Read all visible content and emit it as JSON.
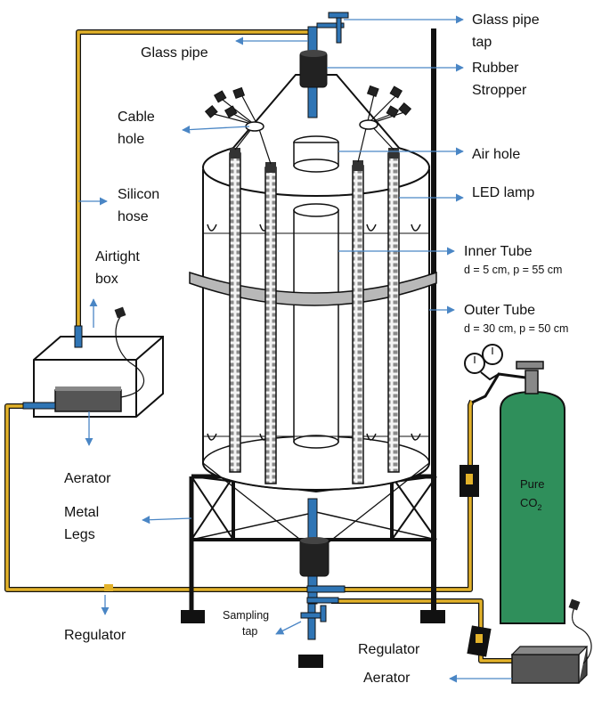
{
  "labels": {
    "glass_pipe_tap": [
      "Glass pipe",
      "tap"
    ],
    "glass_pipe": "Glass pipe",
    "rubber_stopper": [
      "Rubber",
      "Stropper"
    ],
    "cable_hole": [
      "Cable",
      "hole"
    ],
    "air_hole": "Air hole",
    "silicon_hose": [
      "Silicon",
      "hose"
    ],
    "led_lamp": "LED lamp",
    "airtight_box": [
      "Airtight",
      "box"
    ],
    "inner_tube": "Inner Tube",
    "inner_tube_dims": "d = 5 cm, p = 55 cm",
    "outer_tube": "Outer Tube",
    "outer_tube_dims": "d = 30 cm, p = 50 cm",
    "aerator_left": "Aerator",
    "metal_legs": [
      "Metal",
      "Legs"
    ],
    "regulator_left": "Regulator",
    "sampling_tap": [
      "Sampling",
      "tap"
    ],
    "regulator_right": "Regulator",
    "aerator_right": "Aerator",
    "cylinder_label": "Pure",
    "cylinder_co2": "CO",
    "cylinder_co2_sub": "2"
  },
  "colors": {
    "hose": "#d4a017",
    "pipe": "#2f75b5",
    "arrow": "#4a86c5",
    "cylinder": "#2f8f5b",
    "device": "#555555",
    "ring": "#b8b8b8",
    "stroke": "#111111"
  }
}
